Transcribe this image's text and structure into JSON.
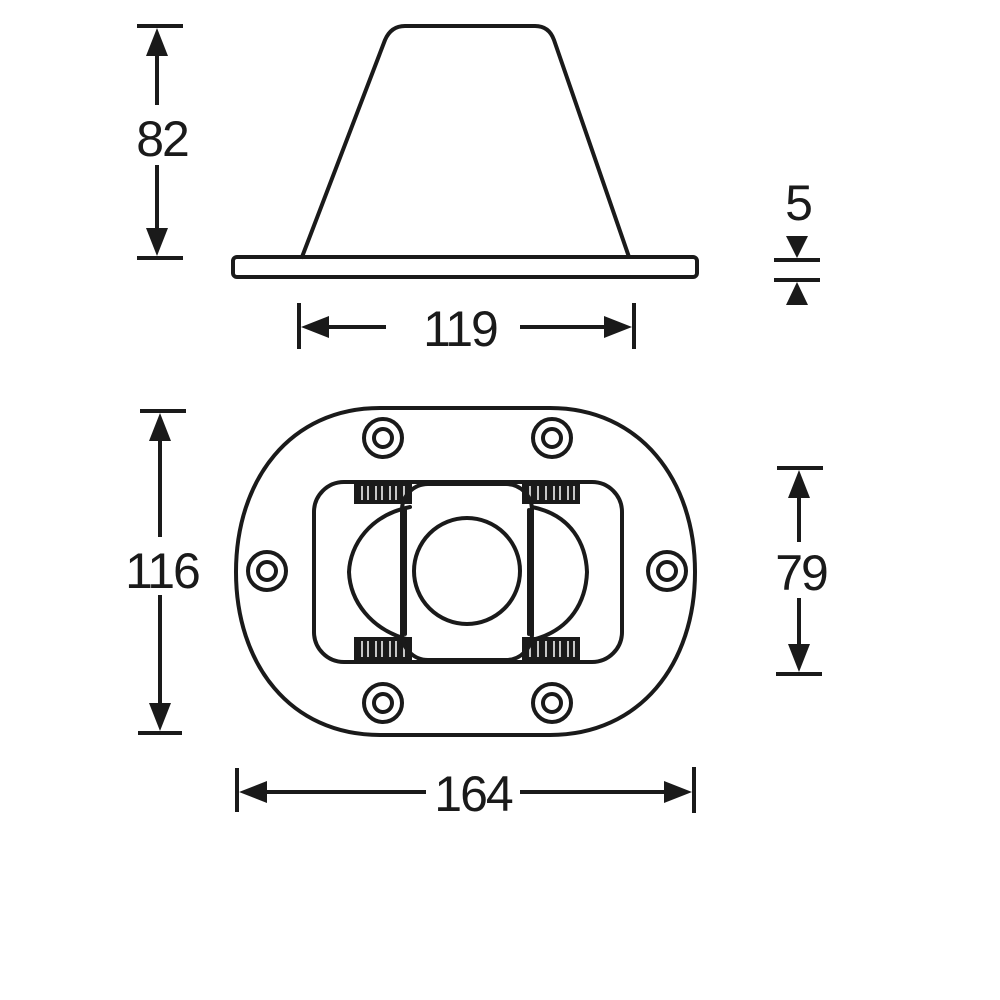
{
  "drawing": {
    "title": "Recessed D-ring / lashing point dimension drawing",
    "units": "mm",
    "line_color": "#1a1a1a",
    "background": "#ffffff"
  },
  "side_view": {
    "height_label": "82",
    "base_width_label": "119",
    "plate_thickness_label": "5"
  },
  "top_view": {
    "height_label": "116",
    "width_label": "164",
    "inner_height_label": "79",
    "bolt_holes": 6
  }
}
